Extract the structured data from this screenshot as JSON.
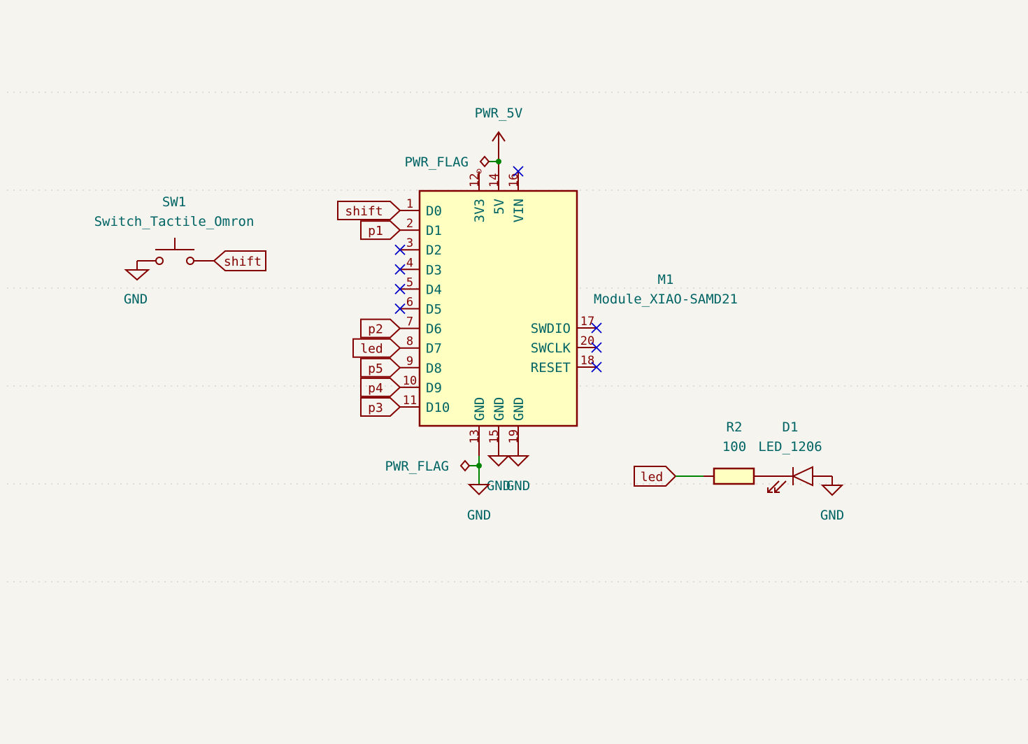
{
  "sheet": {
    "colors": {
      "background": "#f5f4ef",
      "symbol": "#840000",
      "text": "#006464",
      "wire": "#008400",
      "no_connect": "#0000c8",
      "body_fill": "#ffffc2"
    }
  },
  "power": {
    "pwr_5v": "PWR_5V",
    "pwr_flag_top": "PWR_FLAG",
    "pwr_flag_bottom": "PWR_FLAG",
    "gnd_main": "GND",
    "gnd_15": "GND",
    "gnd_19": "GND",
    "gnd_switch": "GND",
    "gnd_led": "GND"
  },
  "switch": {
    "ref": "SW1",
    "value": "Switch_Tactile_Omron",
    "label": "shift"
  },
  "module": {
    "ref": "M1",
    "value": "Module_XIAO-SAMD21",
    "left_pins": [
      {
        "num": "1",
        "name": "D0",
        "label": "shift",
        "nc": false
      },
      {
        "num": "2",
        "name": "D1",
        "label": "p1",
        "nc": false
      },
      {
        "num": "3",
        "name": "D2",
        "label": "",
        "nc": true
      },
      {
        "num": "4",
        "name": "D3",
        "label": "",
        "nc": true
      },
      {
        "num": "5",
        "name": "D4",
        "label": "",
        "nc": true
      },
      {
        "num": "6",
        "name": "D5",
        "label": "",
        "nc": true
      },
      {
        "num": "7",
        "name": "D6",
        "label": "p2",
        "nc": false
      },
      {
        "num": "8",
        "name": "D7",
        "label": "led",
        "nc": false
      },
      {
        "num": "9",
        "name": "D8",
        "label": "p5",
        "nc": false
      },
      {
        "num": "10",
        "name": "D9",
        "label": "p4",
        "nc": false
      },
      {
        "num": "11",
        "name": "D10",
        "label": "p3",
        "nc": false
      }
    ],
    "top_pins": [
      {
        "num": "12",
        "name": "3V3"
      },
      {
        "num": "14",
        "name": "5V"
      },
      {
        "num": "16",
        "name": "VIN"
      }
    ],
    "right_pins": [
      {
        "num": "17",
        "name": "SWDIO"
      },
      {
        "num": "20",
        "name": "SWCLK"
      },
      {
        "num": "18",
        "name": "RESET"
      }
    ],
    "bottom_pins": [
      {
        "num": "13",
        "name": "GND"
      },
      {
        "num": "15",
        "name": "GND"
      },
      {
        "num": "19",
        "name": "GND"
      }
    ]
  },
  "resistor": {
    "ref": "R2",
    "value": "100"
  },
  "led": {
    "ref": "D1",
    "value": "LED_1206",
    "label": "led"
  }
}
